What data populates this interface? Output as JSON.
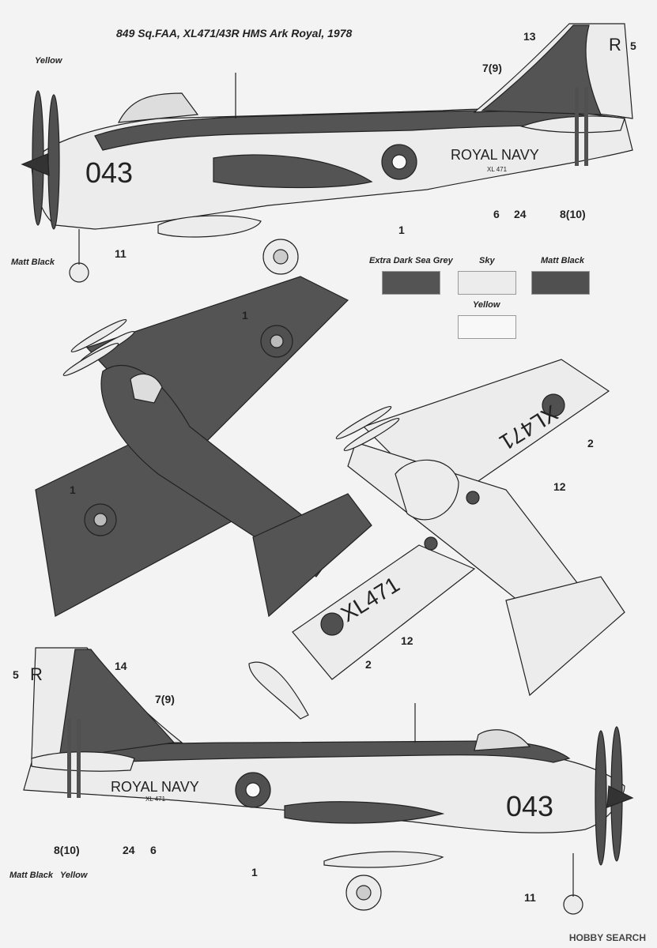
{
  "title": "849 Sq.FAA, XL471/43R HMS Ark Royal, 1978",
  "colors": {
    "extra_dark_sea_grey": "#545454",
    "sky": "#ececec",
    "matt_black": "#505050",
    "yellow": "#f8f8f8",
    "outline": "#222222"
  },
  "swatches": [
    {
      "label": "Extra Dark Sea Grey"
    },
    {
      "label": "Sky"
    },
    {
      "label": "Matt Black"
    },
    {
      "label": "Yellow"
    }
  ],
  "side_left": {
    "code": "043",
    "royal_navy": "ROYAL NAVY",
    "serial_small": "XL 471",
    "fin_letter": "R",
    "callouts": {
      "c13": "13",
      "c5": "5",
      "c7": "7(9)",
      "c1": "1",
      "c6": "6",
      "c24": "24",
      "c8": "8(10)",
      "c11": "11",
      "yellow": "Yellow",
      "matt_black": "Matt Black"
    }
  },
  "top_view": {
    "c1a": "1",
    "c1b": "1"
  },
  "bottom_view": {
    "serial_a": "XL471",
    "serial_b": "XL471",
    "c2a": "2",
    "c12a": "12",
    "c12b": "12",
    "c2b": "2"
  },
  "side_right": {
    "code": "043",
    "royal_navy": "ROYAL NAVY",
    "serial_small": "XL 471",
    "fin_letter": "R",
    "callouts": {
      "c5": "5",
      "c14": "14",
      "c7": "7(9)",
      "c8": "8(10)",
      "c24": "24",
      "c6": "6",
      "c1": "1",
      "c11": "11",
      "matt_black": "Matt Black",
      "yellow": "Yellow"
    }
  },
  "watermark": "HOBBY SEARCH"
}
